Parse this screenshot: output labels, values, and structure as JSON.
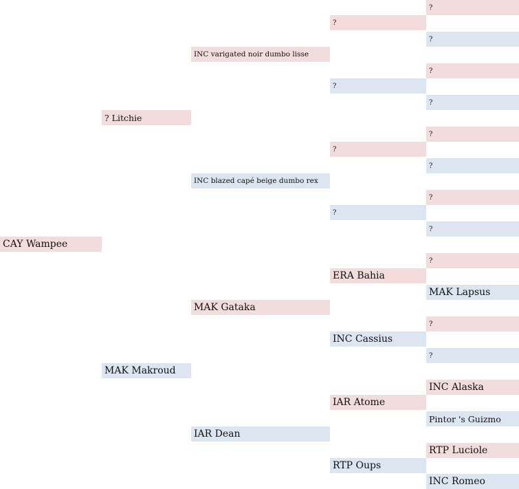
{
  "root": "CAY Wampee",
  "parents": {
    "dam": "? Litchie",
    "sire": "MAK Makroud"
  },
  "grandparents": {
    "dam_dam": "INC varigated noir dumbo lisse",
    "dam_sire": "INC blazed capé beige dumbo rex",
    "sire_dam": "MAK Gataka",
    "sire_sire": "IAR Dean"
  },
  "great_grandparents": [
    "?",
    "?",
    "?",
    "?",
    "ERA Bahia",
    "INC Cassius",
    "IAR Atome",
    "RTP Oups"
  ],
  "gen4": [
    "?",
    "?",
    "?",
    "?",
    "?",
    "?",
    "?",
    "?",
    "?",
    "MAK Lapsus",
    "?",
    "?",
    "INC Alaska",
    "Pintor 's Guizmo",
    "RTP Luciole",
    "INC Romeo"
  ],
  "colors": {
    "female": "#f2dcdc",
    "male": "#dce6f1"
  }
}
